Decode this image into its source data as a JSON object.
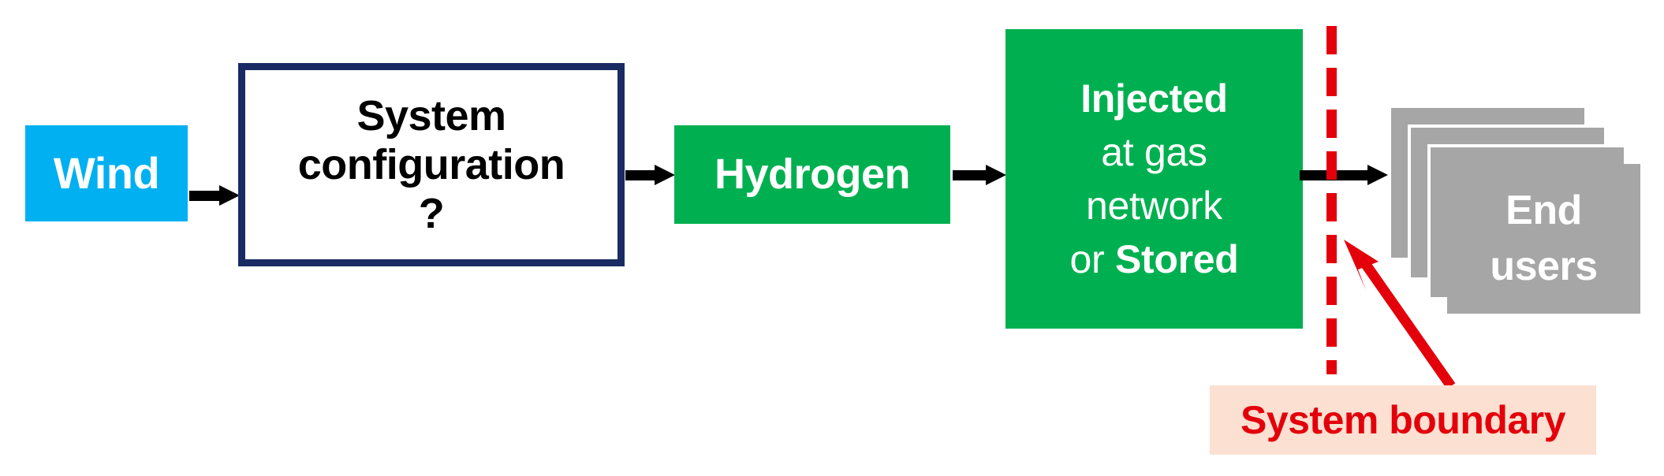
{
  "diagram": {
    "title": "Wind to hydrogen system boundary flow diagram",
    "colors": {
      "wind_blue": "#00B0F0",
      "green": "#00B050",
      "navy_border": "#1A2A63",
      "gray": "#A6A6A6",
      "red": "#E3000B",
      "label_background": "#FCE0D1",
      "arrow_black": "#000000",
      "white": "#FFFFFF"
    },
    "nodes": {
      "wind": {
        "label": "Wind"
      },
      "system_configuration": {
        "line1": "System",
        "line2": "configuration",
        "line3": "?"
      },
      "hydrogen": {
        "label": "Hydrogen"
      },
      "injected": {
        "line1": "Injected",
        "line2": "at gas",
        "line3": "network",
        "line4_prefix": "or ",
        "line4_emphasis": "Stored"
      },
      "end_users": {
        "line1": "End",
        "line2": "users",
        "stack_count": 4
      }
    },
    "annotation": {
      "boundary_label": "System boundary",
      "boundary_style": "dashed-vertical-red-line"
    },
    "icons": {
      "flow_arrow": "arrow-right-icon",
      "callout": "callout-arrow-icon"
    }
  }
}
